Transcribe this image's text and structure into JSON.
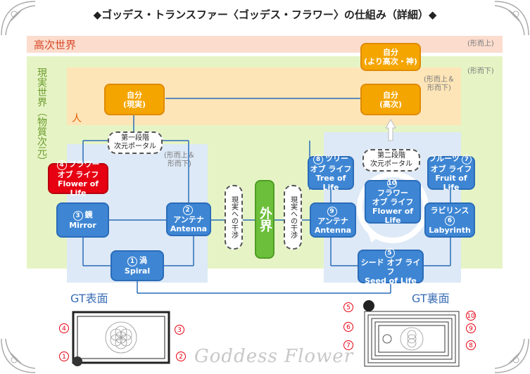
{
  "title": "◆ゴッデス・トランスファー〈ゴッデス・フラワー〉の仕組み（詳細）◆",
  "realms": {
    "higher": "高次世界",
    "higher_note": "(形而上)",
    "real": "現実世界（物質次元）",
    "real_note": "(形而下)",
    "human": "人",
    "mixed_note_top": "(形而上＆\n形而下)",
    "mixed_note_left": "(形而上＆\n形而下)"
  },
  "nodes": {
    "self_god": {
      "line1": "自分",
      "line2": "(より高次・神)"
    },
    "self_real": {
      "line1": "自分",
      "line2": "(現実)"
    },
    "self_higher": {
      "line1": "自分",
      "line2": "(高次)"
    },
    "portal1": {
      "line1": "第一段階",
      "line2": "次元ポータル"
    },
    "portal2": {
      "line1": "第二段階",
      "line2": "次元ポータル"
    },
    "n1": {
      "num": "1",
      "jp": "渦",
      "en": "Spiral"
    },
    "n2": {
      "num": "2",
      "jp": "アンテナ",
      "en": "Antenna"
    },
    "n3": {
      "num": "3",
      "jp": "鏡",
      "en": "Mirror"
    },
    "n4": {
      "num": "4",
      "jp1": "フラワー",
      "jp2": "オブ ライフ",
      "en": "Flower of Life"
    },
    "n5": {
      "num": "5",
      "jp": "シード オブ ライフ",
      "en": "Seed of Life"
    },
    "n6": {
      "num": "6",
      "jp": "ラビリンス",
      "en": "Labyrinth"
    },
    "n7": {
      "num": "7",
      "jp1": "フルーツ",
      "jp2": "オブ ライフ",
      "en": "Fruit of Life"
    },
    "n8": {
      "num": "8",
      "jp1": "ツリー",
      "jp2": "オブ ライフ",
      "en": "Tree of Life"
    },
    "n9": {
      "num": "9",
      "jp": "アンテナ",
      "en": "Antenna"
    },
    "n10": {
      "num": "10",
      "jp1": "フラワー",
      "jp2": "オブ ライフ",
      "en": "Flower of Life"
    },
    "outer": "外界",
    "interfere": "現実への干渉"
  },
  "gt_front": "GT表面",
  "gt_back": "GT裏面",
  "front_markers": [
    "1",
    "2",
    "3",
    "4"
  ],
  "back_markers": [
    "5",
    "6",
    "7",
    "8",
    "9",
    "10"
  ],
  "footer": "Goddess Flower",
  "colors": {
    "orange": "#f5a500",
    "blue": "#3e86d4",
    "red": "#e60012",
    "green": "#6cbf3a"
  }
}
